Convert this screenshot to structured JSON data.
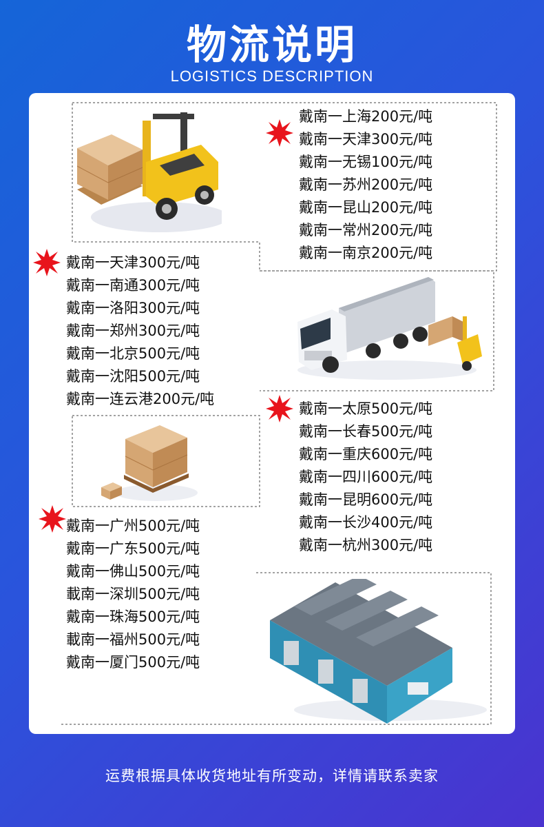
{
  "header": {
    "title": "物流说明",
    "subtitle": "LOGISTICS DESCRIPTION"
  },
  "groups": [
    {
      "rows": [
        "戴南一上海200元/吨",
        "戴南一天津300元/吨",
        "戴南一无锡100元/吨",
        "戴南一苏州200元/吨",
        "戴南一昆山200元/吨",
        "戴南一常州200元/吨",
        "戴南一南京200元/吨"
      ]
    },
    {
      "rows": [
        "戴南一天津300元/吨",
        "戴南一南通300元/吨",
        "戴南一洛阳300元/吨",
        "戴南一郑州300元/吨",
        "戴南一北京500元/吨",
        "戴南一沈阳500元/吨",
        "戴南一连云港200元/吨"
      ]
    },
    {
      "rows": [
        "戴南一太原500元/吨",
        "戴南一长春500元/吨",
        "戴南一重庆600元/吨",
        "戴南一四川600元/吨",
        "戴南一昆明600元/吨",
        "戴南一长沙400元/吨",
        "戴南一杭州300元/吨"
      ]
    },
    {
      "rows": [
        "戴南一广州500元/吨",
        "戴南一广东500元/吨",
        "戴南一佛山500元/吨",
        "載南一深圳500元/吨",
        "戴南一珠海500元/吨",
        "載南一福州500元/吨",
        "戴南一厦门500元/吨"
      ]
    }
  ],
  "footer": {
    "note": "运费根据具体收货地址有所变动，详情请联系卖家"
  },
  "icons": [
    "forklift-icon",
    "truck-icon",
    "pallet-boxes-icon",
    "warehouse-icon",
    "red-burst-icon"
  ],
  "colors": {
    "accent_red": "#e8141c",
    "bg_start": "#1565d8",
    "bg_end": "#4a33cf"
  }
}
